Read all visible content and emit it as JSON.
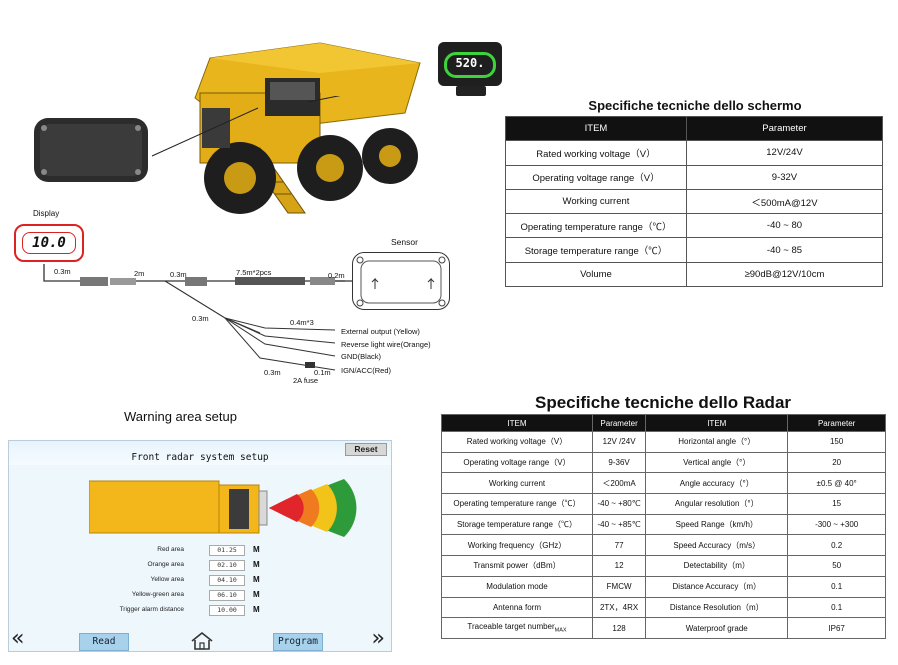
{
  "diagram": {
    "display_caption": "Display",
    "display_value": "10.0",
    "device_display_value": "520.",
    "sensor_caption": "Sensor",
    "lengths": {
      "display_lead": "0.3m",
      "segment_2m": "2m",
      "segment_03m_a": "0.3m",
      "extension": "7.5m*2pcs",
      "sensor_lead": "0.2m",
      "branch": "0.3m",
      "outputs": "0.4m*3",
      "fuse_lead": "0.3m",
      "ign_lead": "0.1m"
    },
    "wires": {
      "external_output": "External output (Yellow)",
      "reverse_light": "Reverse light wire(Orange)",
      "gnd": "GND(Black)",
      "ign": "IGN/ACC(Red)",
      "fuse": "2A fuse"
    }
  },
  "schermo": {
    "title": "Specifiche tecniche dello schermo",
    "header": [
      "ITEM",
      "Parameter"
    ],
    "rows": [
      [
        "Rated working voltage（V）",
        "12V/24V"
      ],
      [
        "Operating voltage range（V）",
        "9-32V"
      ],
      [
        "Working current",
        "＜500mA@12V"
      ],
      [
        "Operating temperature range（℃）",
        "-40 ~ 80"
      ],
      [
        "Storage temperature range（℃）",
        "-40 ~ 85"
      ],
      [
        "Volume",
        "≥90dB@12V/10cm"
      ]
    ]
  },
  "warning": {
    "title": "Warning area setup",
    "heading": "Front radar system setup",
    "reset": "Reset",
    "unit": "M",
    "areas": [
      {
        "label": "Red area",
        "value": "01.25"
      },
      {
        "label": "Orange area",
        "value": "02.10"
      },
      {
        "label": "Yellow area",
        "value": "04.10"
      },
      {
        "label": "Yellow-green area",
        "value": "06.10"
      },
      {
        "label": "Trigger alarm distance",
        "value": "10.00"
      }
    ],
    "read_button": "Read",
    "program_button": "Program",
    "prev_icon": "«",
    "next_icon": "»",
    "zone_colors": [
      "#e0262b",
      "#f07a1f",
      "#f2c319",
      "#9cc33b",
      "#2e9b3a"
    ]
  },
  "radar": {
    "title": "Specifiche tecniche dello Radar",
    "header": [
      "ITEM",
      "Parameter",
      "ITEM",
      "Parameter"
    ],
    "rows": [
      [
        "Rated working voltage（V）",
        "12V /24V",
        "Horizontal angle（°）",
        "150"
      ],
      [
        "Operating voltage range（V）",
        "9-36V",
        "Vertical angle（°）",
        "20"
      ],
      [
        "Working current",
        "＜200mA",
        "Angle accuracy（°）",
        "±0.5 @ 40°"
      ],
      [
        "Operating temperature range（℃）",
        "-40 ~ +80℃",
        "Angular resolution（°）",
        "15"
      ],
      [
        "Storage temperature range（℃）",
        "-40 ~ +85℃",
        "Speed Range（km/h）",
        "-300 ~ +300"
      ],
      [
        "Working frequency（GHz）",
        "77",
        "Speed Accuracy（m/s）",
        "0.2"
      ],
      [
        "Transmit power（dBm）",
        "12",
        "Detectability（m）",
        "50"
      ],
      [
        "Modulation mode",
        "FMCW",
        "Distance Accuracy（m）",
        "0.1"
      ],
      [
        "Antenna form",
        "2TX，4RX",
        "Distance Resolution（m）",
        "0.1"
      ],
      [
        "Traceable target number",
        "128",
        "Waterproof grade",
        "IP67"
      ]
    ],
    "max_subscript": "MAX"
  }
}
